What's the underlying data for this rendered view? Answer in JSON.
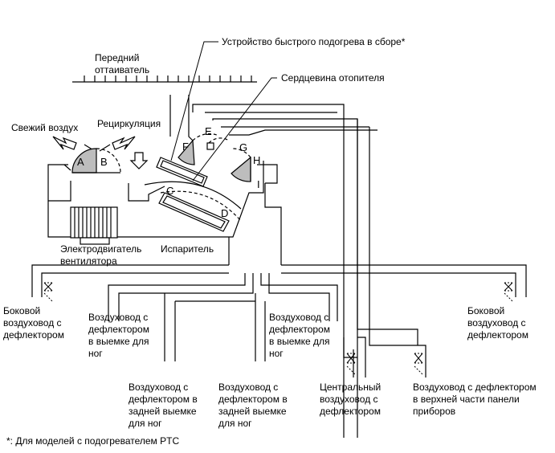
{
  "labels": {
    "heater_assy": "Устройство быстрого подогрева в сборе*",
    "front_defroster": "Передний\nоттаиватель",
    "heater_core": "Сердцевина отопителя",
    "fresh_air": "Свежий воздух",
    "recirculation": "Рециркуляция",
    "blower_motor": "Электродвигатель\nвентилятора",
    "evaporator": "Испаритель",
    "side_register_left": "Боковой\nвоздуховод с\nдефлектором",
    "foot_duct_front_left": "Воздуховод с\nдефлектором\nв выемке для\nног",
    "foot_duct_front_right": "Воздуховод с\nдефлектором\nв выемке для\nног",
    "side_register_right": "Боковой\nвоздуховод с\nдефлектором",
    "rear_foot_left": "Воздуховод с\nдефлектором в\nзадней выемке\nдля ног",
    "rear_foot_right": "Воздуховод с\nдефлектором в\nзадней выемке\nдля ног",
    "center_register": "Центральный\nвоздуховод с\nдефлектором",
    "upper_panel": "Воздуховод с дефлектором\nв верхней части панели\nприборов",
    "footnote": "*: Для моделей с подогревателем PTC"
  },
  "dampers": {
    "A": "A",
    "B": "B",
    "C": "C",
    "D": "D",
    "E": "E",
    "F": "F",
    "G": "G",
    "H": "H",
    "I": "I"
  }
}
